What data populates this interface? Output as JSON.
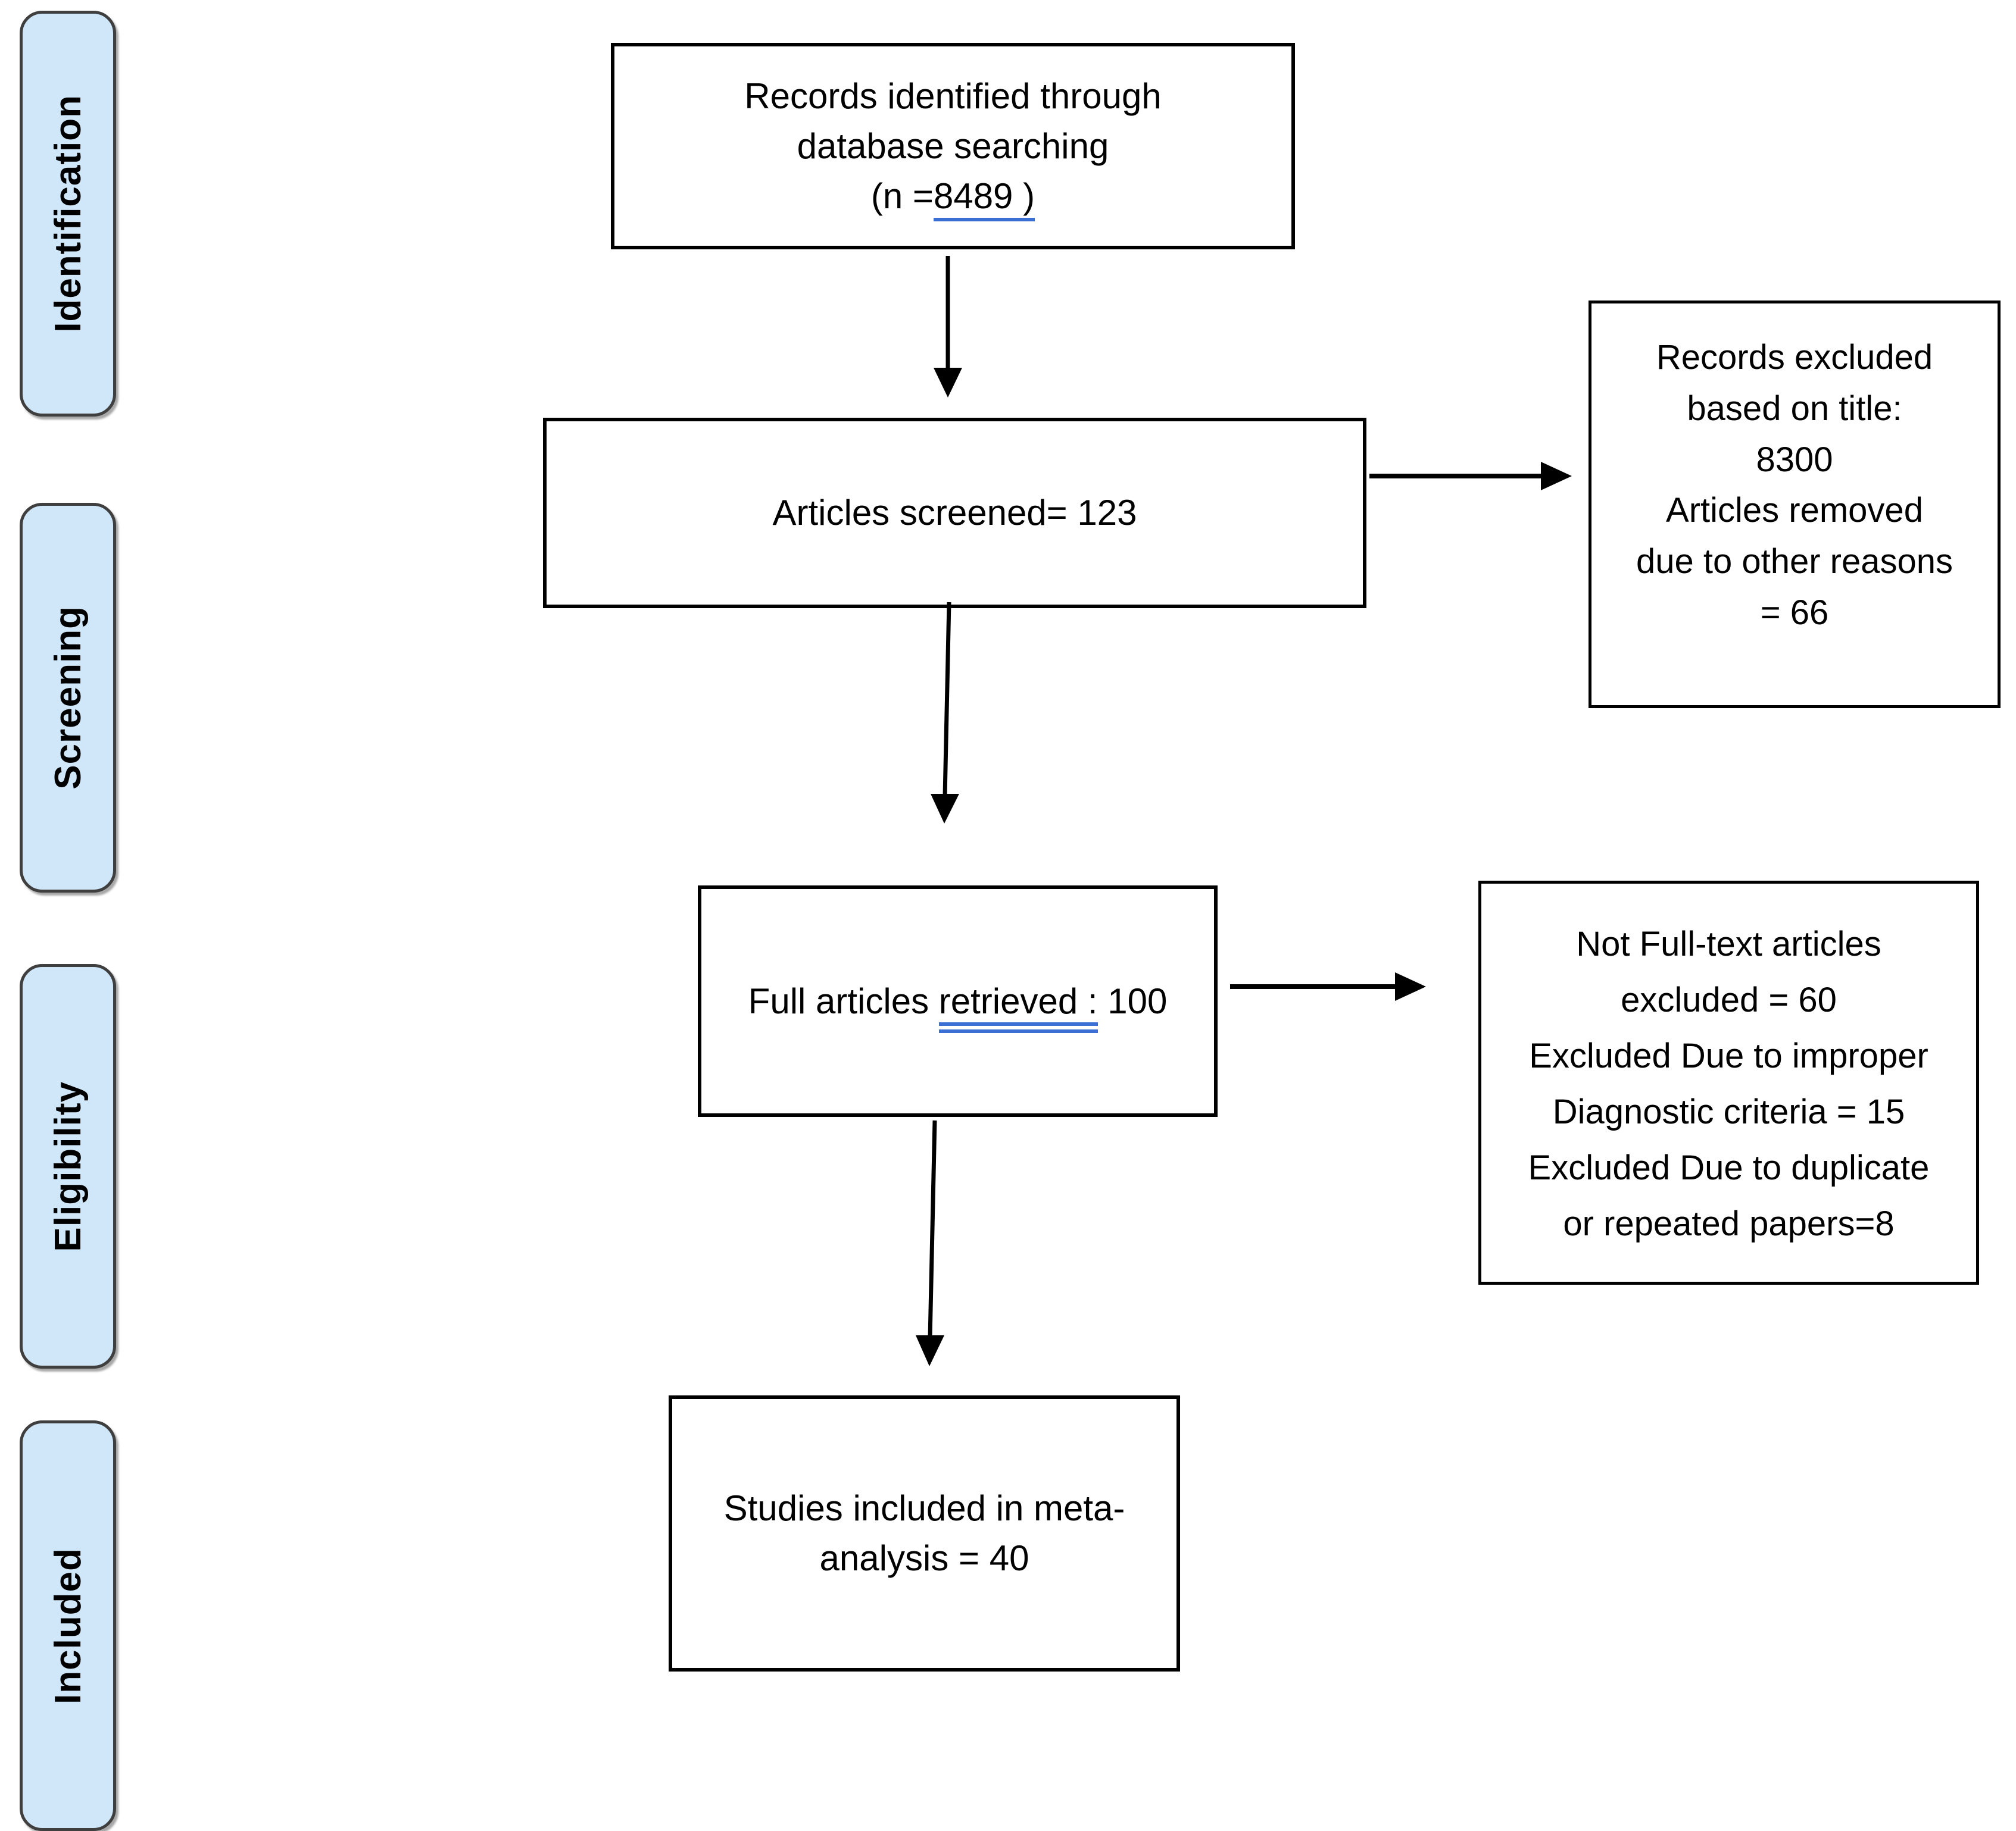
{
  "colors": {
    "stage_fill": "#cfe7f9",
    "stage_border": "#3f3f3f",
    "box_border": "#000000",
    "underline_blue": "#3b6fd4",
    "arrow": "#000000",
    "background": "#ffffff"
  },
  "stages": [
    {
      "label": "Identification"
    },
    {
      "label": "Screening"
    },
    {
      "label": "Eligibility"
    },
    {
      "label": "Included"
    }
  ],
  "boxes": {
    "identified": {
      "lines": [
        "Records identified through",
        "database searching"
      ],
      "n_prefix": "(n =",
      "n_value": "8489 )"
    },
    "screened": {
      "text": "Articles screened= 123"
    },
    "excluded_by_title": {
      "lines": [
        "Records excluded",
        "based on title:",
        "8300",
        "Articles removed",
        "due to other reasons",
        "= 66"
      ]
    },
    "retrieved": {
      "prefix": "Full articles ",
      "underlined": "retrieved :",
      "suffix": " 100"
    },
    "excluded_fulltext": {
      "lines": [
        "Not Full-text articles",
        "excluded = 60",
        "Excluded Due to improper",
        "Diagnostic criteria = 15",
        "Excluded Due to duplicate",
        "or repeated papers=8"
      ]
    },
    "included": {
      "lines": [
        "Studies included in meta-",
        "analysis = 40"
      ]
    }
  }
}
